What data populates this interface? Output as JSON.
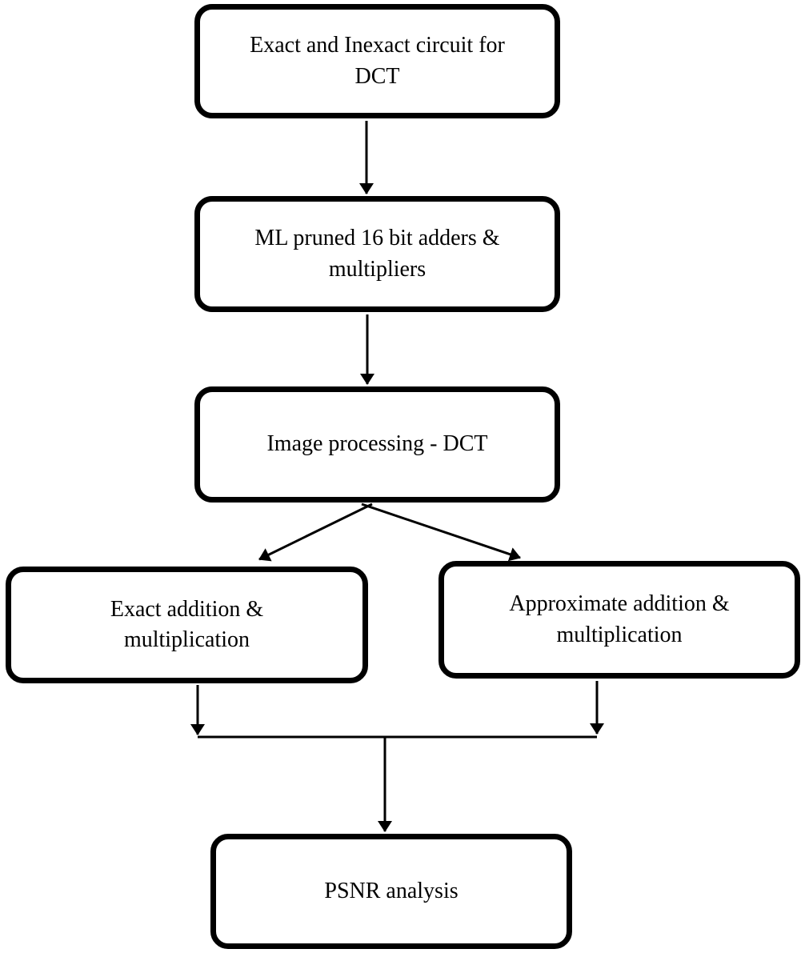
{
  "diagram": {
    "type": "flowchart",
    "colors": {
      "stroke": "#000000",
      "text": "#000000",
      "background": "#ffffff"
    },
    "nodes": [
      {
        "id": "exact-inexact-circuit",
        "label": "Exact and Inexact circuit for\nDCT"
      },
      {
        "id": "ml-pruned-adders",
        "label": "ML pruned 16 bit adders &\nmultipliers"
      },
      {
        "id": "image-processing-dct",
        "label": "Image processing - DCT"
      },
      {
        "id": "exact-addition",
        "label": "Exact addition &\nmultiplication"
      },
      {
        "id": "approximate-addition",
        "label": "Approximate addition &\nmultiplication"
      },
      {
        "id": "psnr-analysis",
        "label": "PSNR analysis"
      }
    ],
    "edges": [
      {
        "from": "Exact and Inexact circuit for DCT",
        "to": "ML pruned 16 bit adders & multipliers"
      },
      {
        "from": "ML pruned 16 bit adders & multipliers",
        "to": "Image processing - DCT"
      },
      {
        "from": "Image processing - DCT",
        "to": "Exact addition & multiplication"
      },
      {
        "from": "Image processing - DCT",
        "to": "Approximate addition & multiplication"
      },
      {
        "from": "Exact addition & multiplication",
        "to": "PSNR analysis"
      },
      {
        "from": "Approximate addition & multiplication",
        "to": "PSNR analysis"
      }
    ]
  }
}
